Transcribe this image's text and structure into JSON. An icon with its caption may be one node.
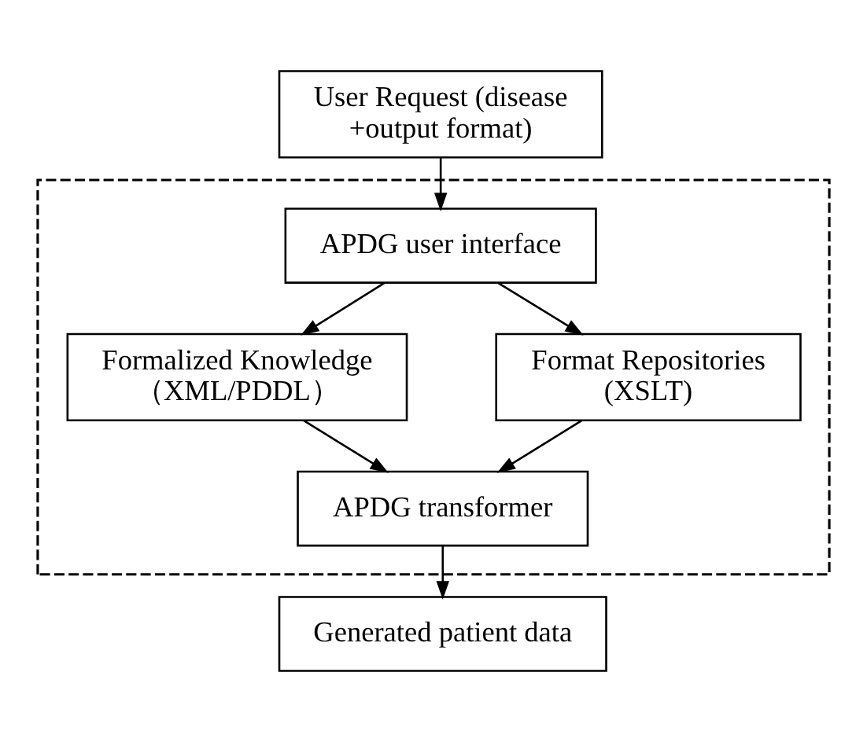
{
  "diagram": {
    "nodes": [
      {
        "text": [
          "User Request (disease +output format)"
        ]
      },
      {
        "text": [],
        "shape": "box"
      },
      {
        "text": [
          "APDG user interface"
        ],
        "in": 1
      },
      {
        "text": [
          "Formalized Knowledge （XML/PDDL）"
        ],
        "in": 1
      },
      {
        "text": [
          "Format Repositories (XSLT)"
        ],
        "in": 1
      },
      {
        "text": [
          "APDG transformer"
        ],
        "in": 1
      },
      {
        "text": [
          "Generated patient data"
        ]
      }
    ],
    "edges": [
      {
        "from": 0,
        "to": 2,
        "arrow": "to"
      },
      {
        "from": 2,
        "to": 3,
        "arrow": "to"
      },
      {
        "from": 2,
        "to": 4,
        "arrow": "to"
      },
      {
        "from": 3,
        "to": 5,
        "arrow": "to"
      },
      {
        "from": 4,
        "to": 5,
        "arrow": "to"
      },
      {
        "from": 5,
        "to": 6,
        "arrow": "to"
      }
    ]
  }
}
